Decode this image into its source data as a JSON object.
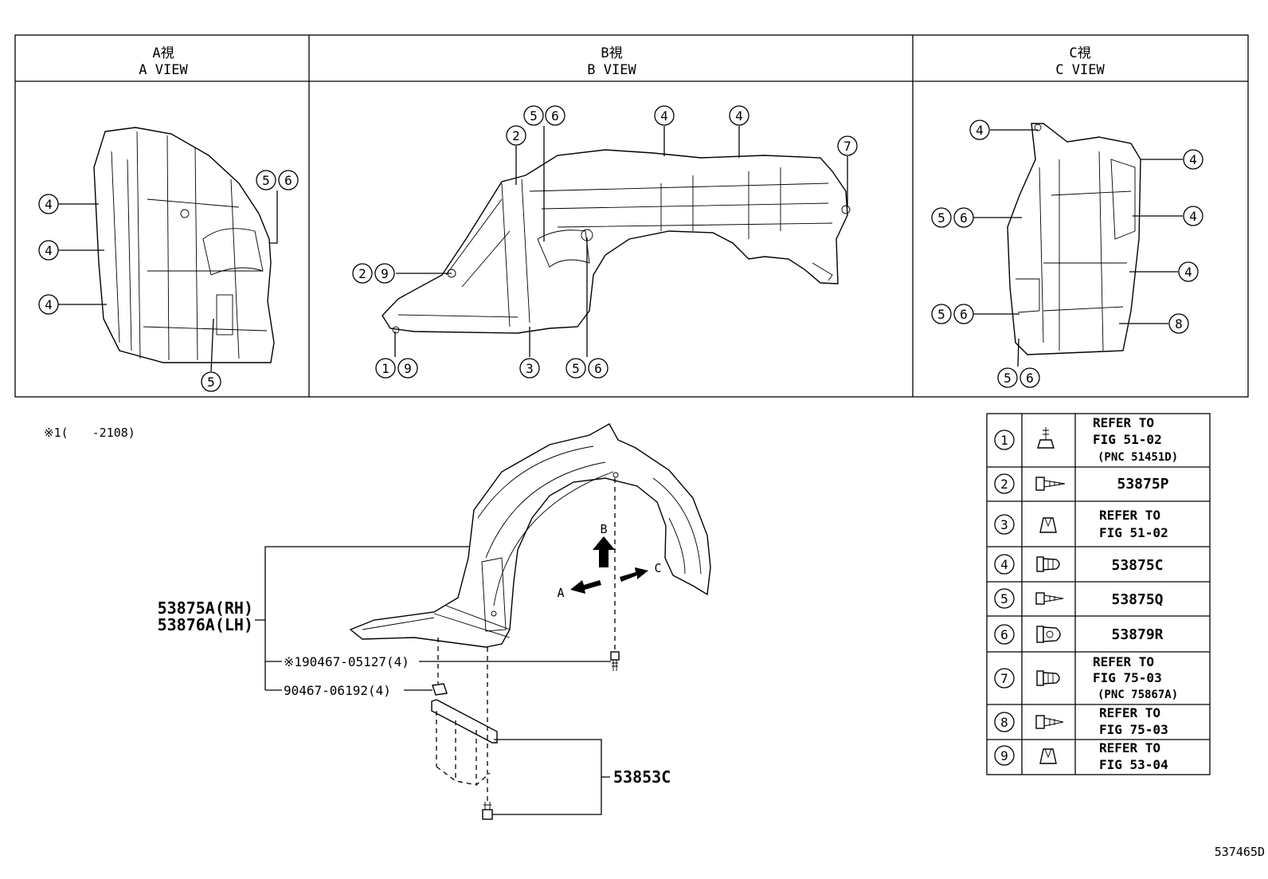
{
  "views": [
    {
      "title_jp": "A視",
      "title_en": "A VIEW"
    },
    {
      "title_jp": "B視",
      "title_en": "B VIEW"
    },
    {
      "title_jp": "C視",
      "title_en": "C VIEW"
    }
  ],
  "view_a_callouts": [
    "4",
    "4",
    "4",
    "5",
    "6",
    "5"
  ],
  "view_b_callouts": [
    "5",
    "6",
    "4",
    "4",
    "2",
    "7",
    "2",
    "9",
    "1",
    "9",
    "3",
    "5",
    "6"
  ],
  "view_c_callouts": [
    "4",
    "4",
    "5",
    "6",
    "4",
    "4",
    "5",
    "6",
    "8",
    "5",
    "6"
  ],
  "note": "※1(　　-2108)",
  "main": {
    "part_rh": "53875A(RH)",
    "part_lh": "53876A(LH)",
    "screw1": "※190467-05127(4)",
    "clip1": "90467-06192(4)",
    "shield": "53853C",
    "arrow_a": "A",
    "arrow_b": "B",
    "arrow_c": "C"
  },
  "legend": [
    {
      "num": "1",
      "lines": [
        "REFER TO",
        "FIG 51-02",
        "(PNC 51451D)"
      ]
    },
    {
      "num": "2",
      "lines": [
        "53875P"
      ]
    },
    {
      "num": "3",
      "lines": [
        "REFER TO",
        "FIG 51-02"
      ]
    },
    {
      "num": "4",
      "lines": [
        "53875C"
      ]
    },
    {
      "num": "5",
      "lines": [
        "53875Q"
      ]
    },
    {
      "num": "6",
      "lines": [
        "53879R"
      ]
    },
    {
      "num": "7",
      "lines": [
        "REFER TO",
        "FIG 75-03",
        "(PNC 75867A)"
      ]
    },
    {
      "num": "8",
      "lines": [
        "REFER TO",
        "FIG 75-03"
      ]
    },
    {
      "num": "9",
      "lines": [
        "REFER TO",
        "FIG 53-04"
      ]
    }
  ],
  "figure_id": "537465D"
}
